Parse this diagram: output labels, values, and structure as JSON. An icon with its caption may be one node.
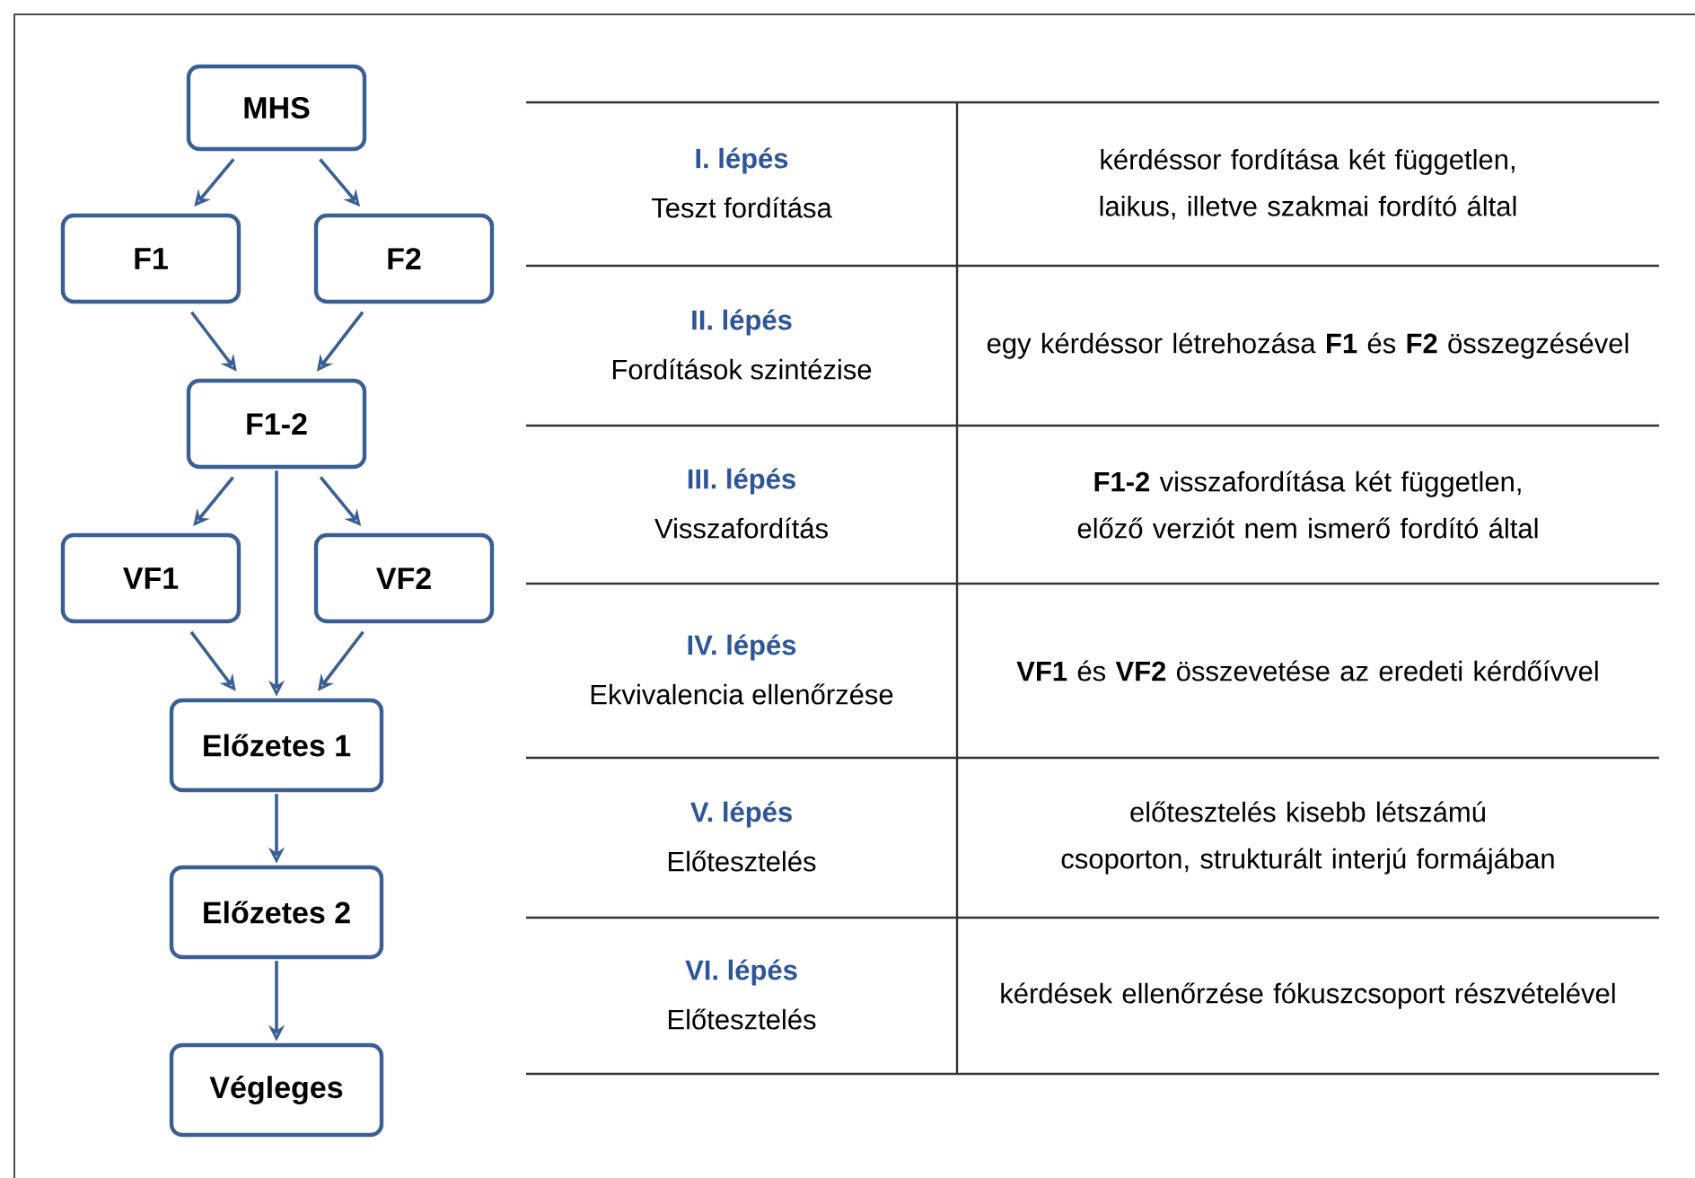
{
  "diagram": {
    "nodes": [
      {
        "text": [
          "MHS"
        ]
      },
      {
        "text": [
          "F1"
        ]
      },
      {
        "text": [
          "F2"
        ]
      },
      {
        "text": [
          "F1-2"
        ]
      },
      {
        "text": [
          "VF1"
        ]
      },
      {
        "text": [
          "VF2"
        ]
      },
      {
        "text": [
          "Előzetes 1"
        ]
      },
      {
        "text": [
          "Előzetes 2"
        ]
      },
      {
        "text": [
          "Végleges"
        ]
      }
    ],
    "edges": [
      {
        "from": 0,
        "to": 1,
        "arrow": "to"
      },
      {
        "from": 0,
        "to": 2,
        "arrow": "to"
      },
      {
        "from": 1,
        "to": 3,
        "arrow": "to"
      },
      {
        "from": 2,
        "to": 3,
        "arrow": "to"
      },
      {
        "from": 3,
        "to": 4,
        "arrow": "to"
      },
      {
        "from": 3,
        "to": 5,
        "arrow": "to"
      },
      {
        "from": 3,
        "to": 6,
        "arrow": "to"
      },
      {
        "from": 4,
        "to": 6,
        "arrow": "to"
      },
      {
        "from": 5,
        "to": 6,
        "arrow": "to"
      },
      {
        "from": 6,
        "to": 7,
        "arrow": "to"
      },
      {
        "from": 7,
        "to": 8,
        "arrow": "to"
      }
    ],
    "labels": [
      "I. lépés",
      "Teszt fordítása",
      "kérdéssor fordítása két független, laikus, illetve szakmai fordító által",
      "II. lépés",
      "Fordítások szintézise",
      "egy kérdéssor létrehozása **F1** és **F2** összegzésével",
      "III. lépés",
      "Visszafordítás",
      "**F1-2** visszafordítása két független, előző verziót nem ismerő fordító által",
      "IV. lépés",
      "Ekvivalencia ellenőrzése",
      "**VF1** és **VF2** összevetése az eredeti kérdőívvel",
      "V. lépés",
      "Előtesztelés",
      "előtesztelés kisebb létszámú csoporton, strukturált interjú formájában",
      "VI. lépés",
      "Előtesztelés",
      "kérdések ellenőrzése fókuszcsoport részvételével"
    ]
  }
}
